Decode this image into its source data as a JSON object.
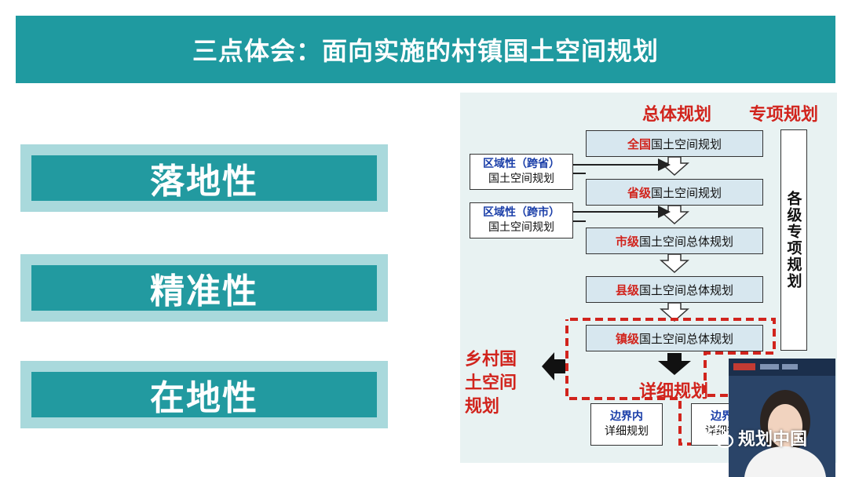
{
  "title": "三点体会：面向实施的村镇国土空间规划",
  "keywords": [
    "落地性",
    "精准性",
    "在地性"
  ],
  "diagram": {
    "header_overall": "总体规划",
    "header_special": "专项规划",
    "levels": [
      {
        "prefix": "全国",
        "suffix": "国土空间规划"
      },
      {
        "prefix": "省级",
        "suffix": "国土空间规划"
      },
      {
        "prefix": "市级",
        "suffix": "国土空间总体规划"
      },
      {
        "prefix": "县级",
        "suffix": "国土空间总体规划"
      },
      {
        "prefix": "镇级",
        "suffix": "国土空间总体规划"
      }
    ],
    "regional": [
      {
        "line1": "区域性（跨省）",
        "line2": "国土空间规划"
      },
      {
        "line1": "区域性（跨市）",
        "line2": "国土空间规划"
      }
    ],
    "special_box": "各级专项规划",
    "rural_label": "乡村国土空间规划",
    "detail_title": "详细规划",
    "inside": {
      "line1": "边界内",
      "line2": "详细规划"
    },
    "outside": {
      "line1": "边界外",
      "line2": "详细规划"
    }
  },
  "watermark": "规划中国",
  "colors": {
    "teal": "#1f9aa0",
    "red": "#d1241d",
    "blue": "#1a3ea8"
  }
}
